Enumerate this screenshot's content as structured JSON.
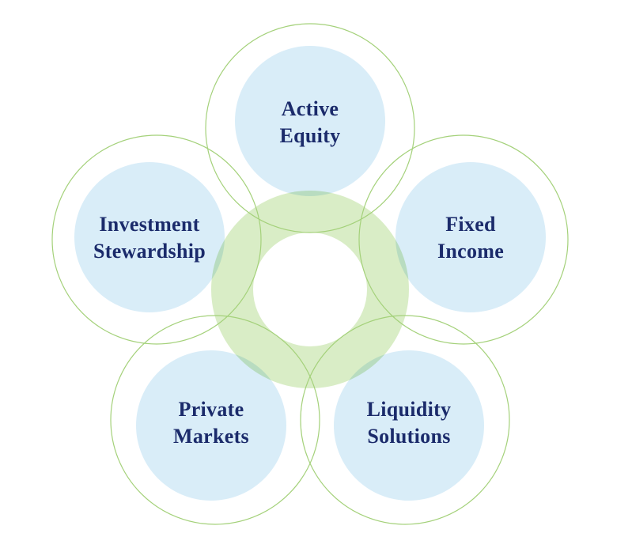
{
  "diagram": {
    "type": "flower-venn",
    "petals": [
      {
        "id": "active-equity",
        "label": "Active\nEquity"
      },
      {
        "id": "fixed-income",
        "label": "Fixed\nIncome"
      },
      {
        "id": "liquidity-solutions",
        "label": "Liquidity\nSolutions"
      },
      {
        "id": "private-markets",
        "label": "Private\nMarkets"
      },
      {
        "id": "investment-stewardship",
        "label": "Investment\nStewardship"
      }
    ],
    "colors": {
      "petal_fill": "#d9edf8",
      "ring_fill": "#d9edc6",
      "ring_hole_fill": "#ffffff",
      "outline_stroke": "#a4d17a",
      "label_text": "#1b2b6b",
      "background": "#ffffff"
    }
  }
}
